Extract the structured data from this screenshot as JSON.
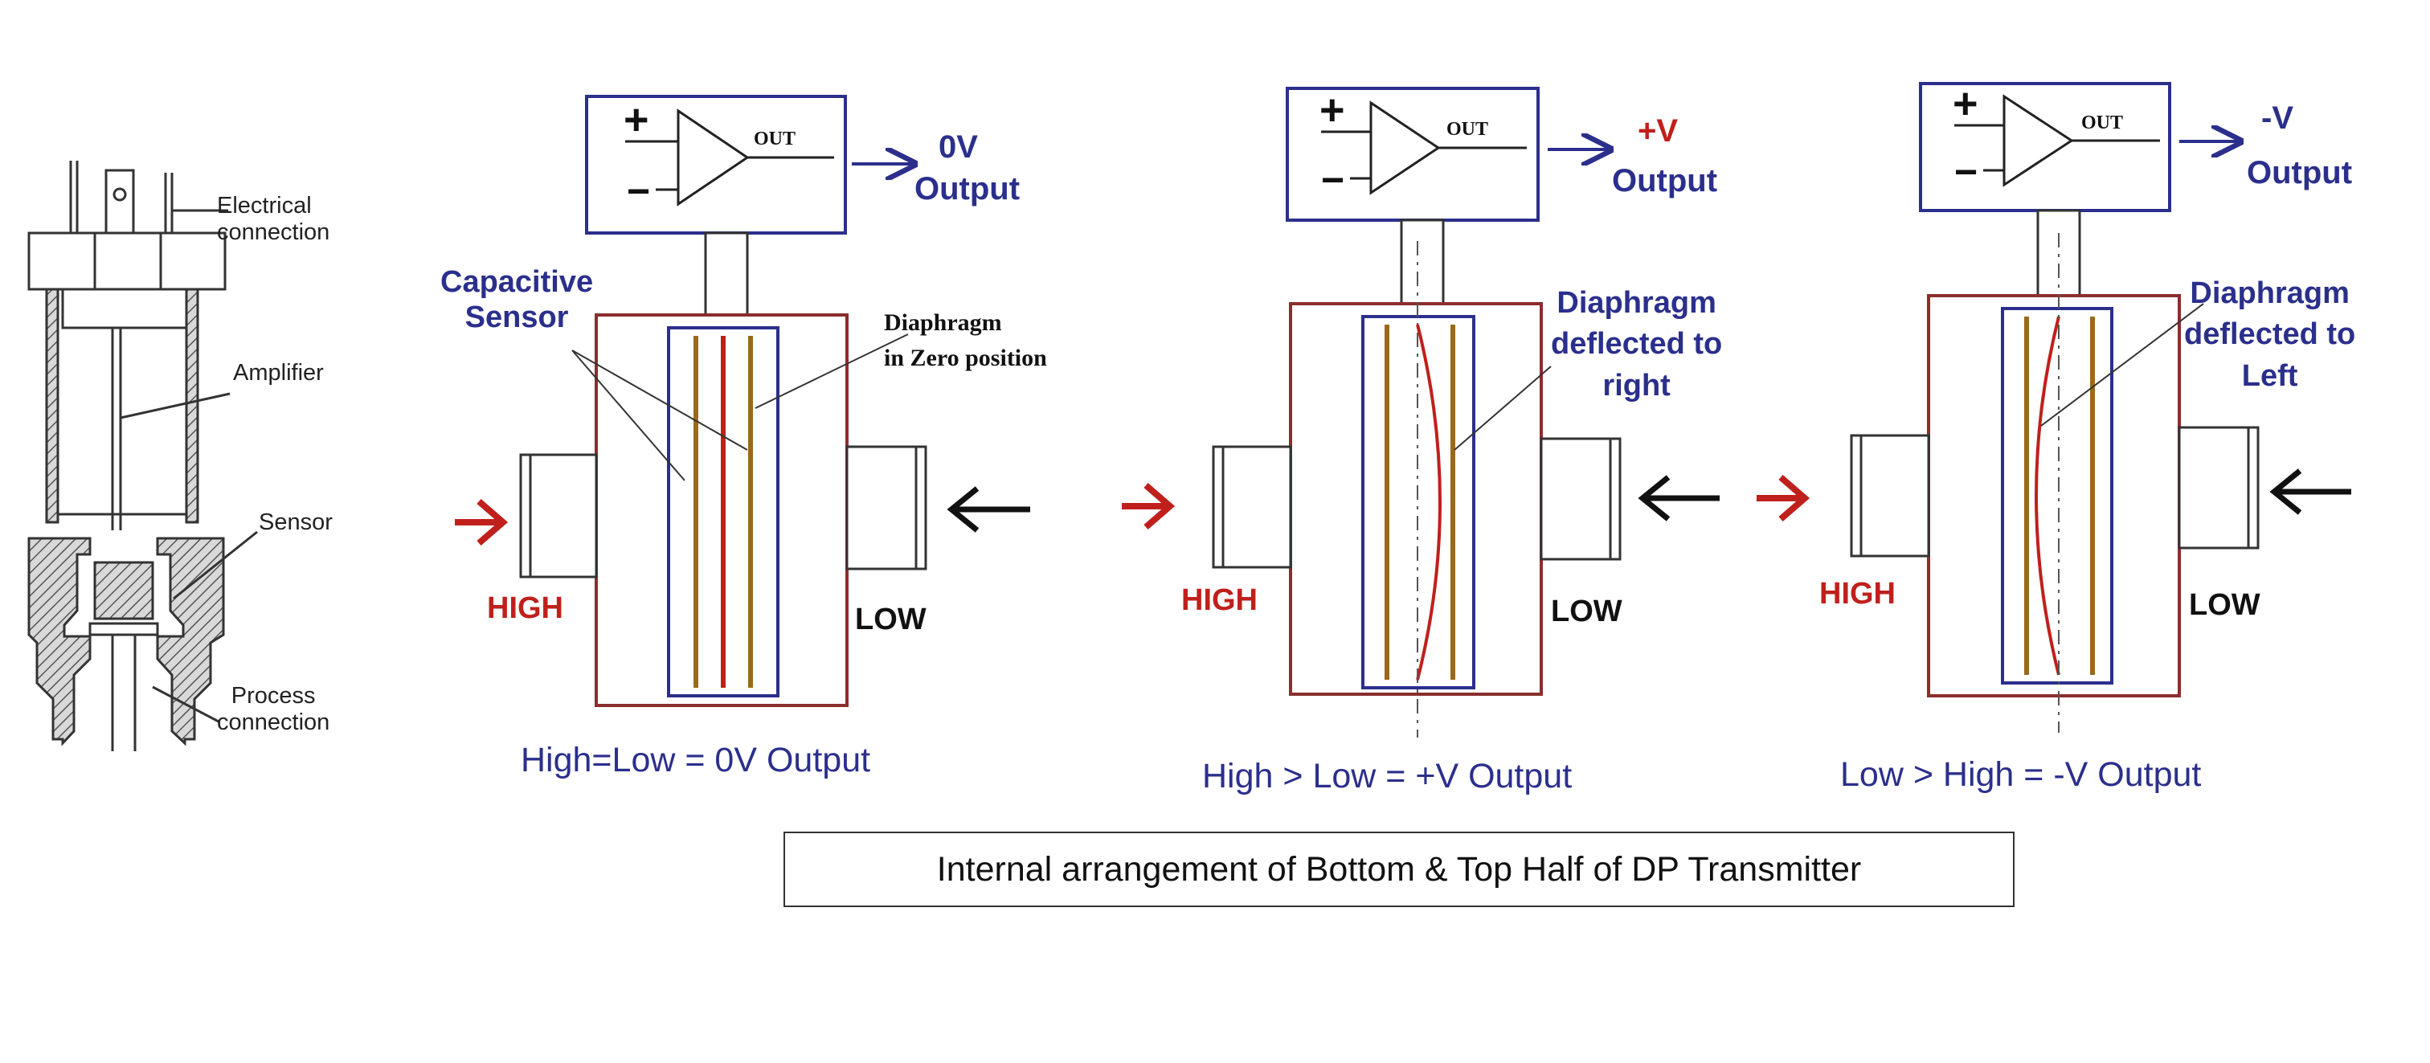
{
  "sensor_diagram": {
    "labels": {
      "electrical": "Electrical\nconnection",
      "amplifier": "Amplifier",
      "sensor": "Sensor",
      "process": "Process\nconnection"
    }
  },
  "amplifier": {
    "plus": "+",
    "minus": "−",
    "out": "OUT"
  },
  "panels": [
    {
      "output_value": "0V",
      "output_word": "Output",
      "high_label": "HIGH",
      "low_label": "LOW",
      "sensor_label": "Capacitive\nSensor",
      "diaphragm_label": "Diaphragm\nin Zero position",
      "equation": "High=Low = 0V Output"
    },
    {
      "output_value": "+V",
      "output_word": "Output",
      "high_label": "HIGH",
      "low_label": "LOW",
      "diaphragm_label": "Diaphragm\ndeflected to\nright",
      "equation": "High > Low = +V Output"
    },
    {
      "output_value": "-V",
      "output_word": "Output",
      "high_label": "HIGH",
      "low_label": "LOW",
      "diaphragm_label": "Diaphragm\ndeflected to\nLeft",
      "equation": "Low > High = -V Output"
    }
  ],
  "caption": "Internal arrangement of Bottom & Top Half of DP Transmitter",
  "colors": {
    "blue_text": "#2b2f8c",
    "red": "#c0201c",
    "housing": "#8b2e2e",
    "plate": "#9a6a1a",
    "box": "#2b2f8c"
  }
}
